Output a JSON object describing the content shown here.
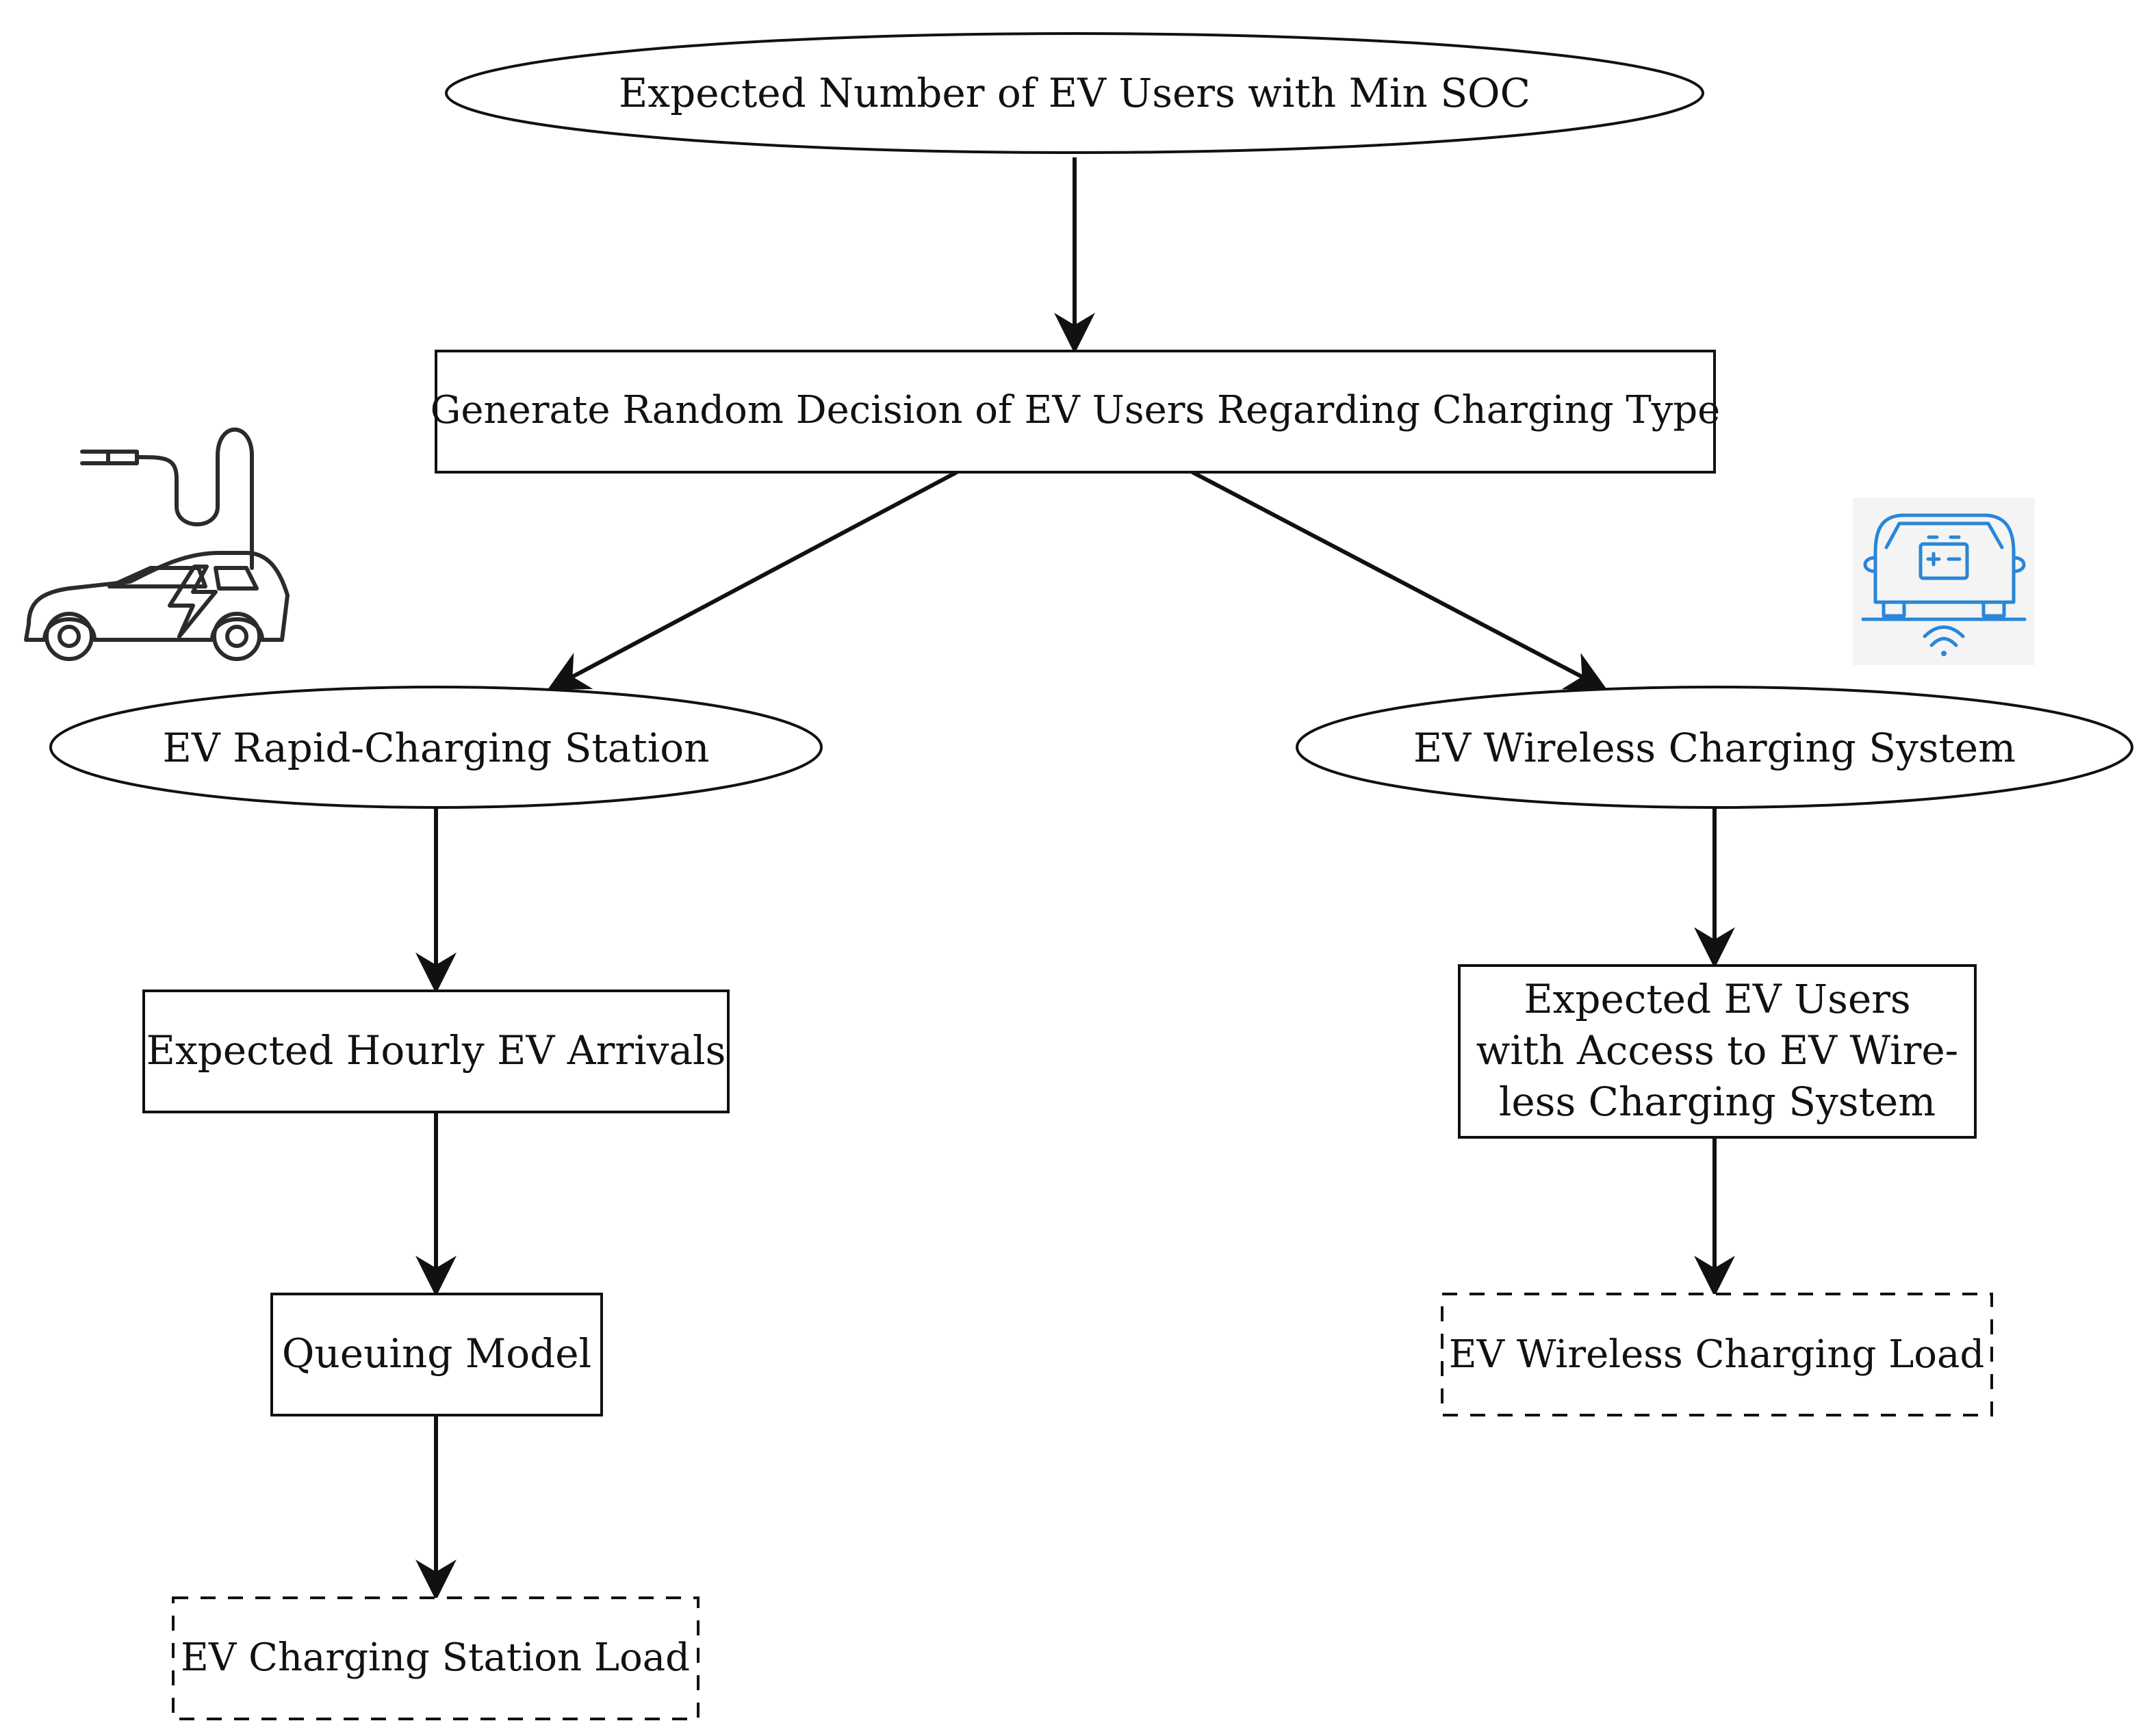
{
  "nodes": {
    "top": "Expected Number of EV Users with Min SOC",
    "decision": "Generate Random Decision of EV Users Regarding Charging Type",
    "rapid_station": "EV Rapid-Charging Station",
    "wireless_system": "EV Wireless Charging System",
    "hourly_arrivals": "Expected Hourly EV Arrivals",
    "queuing_model": "Queuing Model",
    "station_load": "EV Charging Station Load",
    "wireless_users_line1": "Expected EV Users",
    "wireless_users_line2": "with Access to EV Wire-",
    "wireless_users_line3": "less Charging System",
    "wireless_load": "EV Wireless Charging Load"
  },
  "icons": {
    "left": "plug-in-electric-car-icon",
    "right": "wireless-charging-car-icon",
    "right_color": "#2a86d8"
  },
  "style": {
    "node_outline": "solid",
    "output_outline": "dashed"
  }
}
